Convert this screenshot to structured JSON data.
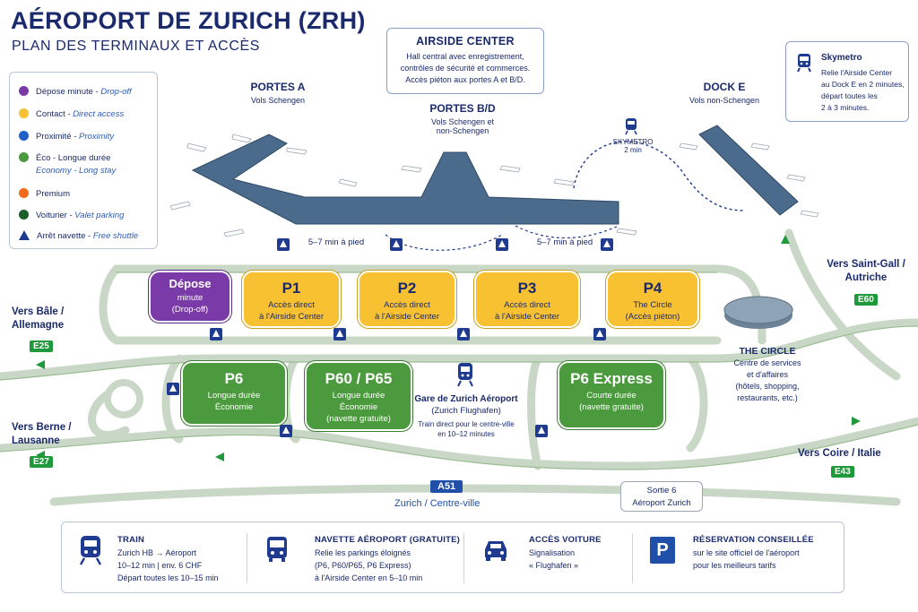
{
  "header": {
    "title": "AÉROPORT DE ZURICH (ZRH)",
    "subtitle": "PLAN DES TERMINAUX ET ACCÈS"
  },
  "legend": [
    {
      "label": "Dépose minute - ",
      "en": "Drop-off",
      "color": "#7a3aa8"
    },
    {
      "label": "Contact - ",
      "en": "Direct access",
      "color": "#f8c132"
    },
    {
      "label": "Proximité - ",
      "en": "Proximity",
      "color": "#1f5fc8"
    },
    {
      "label": "Éco - Longue durée",
      "en": "Economy - Long stay",
      "color": "#4c9a3e"
    },
    {
      "label": "Premium",
      "en": "",
      "color": "#f26a1b"
    },
    {
      "label": "Voiturier - ",
      "en": "Valet parking",
      "color": "#1b5e2a"
    },
    {
      "label": "Arrêt navette - ",
      "en": "Free shuttle",
      "color": "#1f3b8f"
    }
  ],
  "airside": {
    "title": "AIRSIDE CENTER",
    "text1": "Hall central avec enregistrement,",
    "text2": "contrôles de sécurité et commerces.",
    "text3": "Accès piéton aux portes A et B/D."
  },
  "skymetro_box": {
    "title": "Skymetro",
    "l1": "Relie l'Airside Center",
    "l2": "au Dock E en 2 minutes,",
    "l3": "départ toutes les",
    "l4": "2 à 3 minutes."
  },
  "terminals": {
    "a_title": "PORTES A",
    "a_sub": "Vols Schengen",
    "bd_title": "PORTES B/D",
    "bd_sub1": "Vols Schengen et",
    "bd_sub2": "non-Schengen",
    "e_title": "DOCK E",
    "e_sub": "Vols non-Schengen",
    "skymetro_lbl1": "SKYMETRO",
    "skymetro_lbl2": "2 min",
    "walk_left": "5–7 min à pied",
    "walk_right": "5–7 min à pied"
  },
  "lots": {
    "depose": {
      "n": "Dépose",
      "d1": "minute",
      "d2": "(Drop-off)"
    },
    "p1": {
      "n": "P1",
      "d1": "Accès direct",
      "d2": "à l'Airside Center"
    },
    "p2": {
      "n": "P2",
      "d1": "Accès direct",
      "d2": "à l'Airside Center"
    },
    "p3": {
      "n": "P3",
      "d1": "Accès direct",
      "d2": "à l'Airside Center"
    },
    "p4": {
      "n": "P4",
      "d1": "The Circle",
      "d2": "(Accès piéton)"
    },
    "p6": {
      "n": "P6",
      "d1": "Longue durée",
      "d2": "Économie"
    },
    "p60": {
      "n": "P60 / P65",
      "d1": "Longue durée",
      "d2": "Économie",
      "d3": "(navette gratuite)"
    },
    "p6x": {
      "n": "P6 Express",
      "d1": "Courte durée",
      "d2": "(navette gratuite)"
    }
  },
  "station": {
    "title": "Gare de Zurich Aéroport",
    "sub": "(Zurich Flughafen)",
    "d1": "Train direct pour le centre-ville",
    "d2": "en 10–12 minutes"
  },
  "circle": {
    "title": "THE CIRCLE",
    "d1": "Centre de services",
    "d2": "et d'affaires",
    "d3": "(hôtels, shopping,",
    "d4": "restaurants, etc.)"
  },
  "directions": {
    "bale1": "Vers Bâle /",
    "bale2": "Allemagne",
    "bale_road": "E25",
    "berne1": "Vers Berne /",
    "berne2": "Lausanne",
    "berne_road": "E27",
    "gall1": "Vers Saint-Gall /",
    "gall2": "Autriche",
    "gall_road": "E60",
    "coire": "Vers Coire / Italie",
    "coire_road": "E43",
    "a51": "A51",
    "zurich": "Zurich / Centre-ville",
    "exit1": "Sortie 6",
    "exit2": "Aéroport Zurich"
  },
  "footer": {
    "train": {
      "t": "TRAIN",
      "l1": "Zurich HB → Aéroport",
      "l2": "10–12 min  |  env. 6 CHF",
      "l3": "Départ toutes les 10–15 min"
    },
    "shuttle": {
      "t": "NAVETTE AÉROPORT (GRATUITE)",
      "l1": "Relie les parkings éloignés",
      "l2": "(P6, P60/P65, P6 Express)",
      "l3": "à l'Airside Center en 5–10 min"
    },
    "car": {
      "t": "ACCÈS VOITURE",
      "l1": "Signalisation",
      "l2": "« Flughafen »"
    },
    "resa": {
      "t": "RÉSERVATION CONSEILLÉE",
      "l1": "sur le site officiel de l'aéroport",
      "l2": "pour les meilleurs tarifs"
    },
    "p_icon": "P"
  },
  "colors": {
    "terminal": "#4a6b8c",
    "road": "#c9d8c6",
    "navy": "#1a2a6c"
  }
}
